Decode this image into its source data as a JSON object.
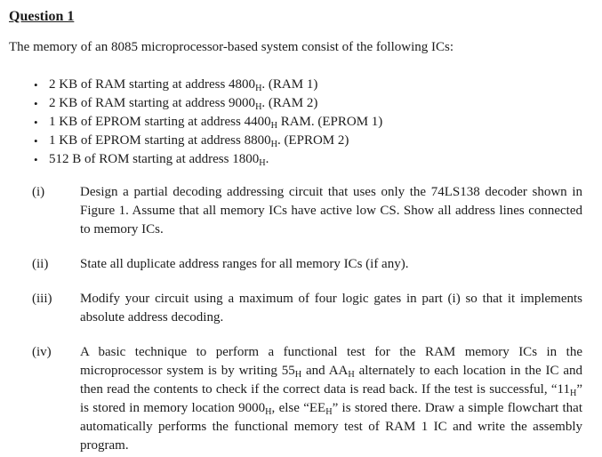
{
  "page": {
    "title": "Question 1",
    "intro": "The memory of an 8085 microprocessor-based system consist of the following ICs:",
    "bullet_char": "•",
    "colors": {
      "text": "#1c1c1c",
      "background": "#ffffff"
    },
    "bullets": [
      {
        "segments": [
          {
            "t": "2 KB of RAM starting at address 4800"
          },
          {
            "t": "H",
            "sub": true
          },
          {
            "t": ". (RAM 1)"
          }
        ]
      },
      {
        "segments": [
          {
            "t": "2 KB of RAM starting at address 9000"
          },
          {
            "t": "H",
            "sub": true
          },
          {
            "t": ". (RAM 2)"
          }
        ]
      },
      {
        "segments": [
          {
            "t": "1 KB of EPROM starting at address 4400"
          },
          {
            "t": "H",
            "sub": true
          },
          {
            "t": " RAM. (EPROM 1)"
          }
        ]
      },
      {
        "segments": [
          {
            "t": "1 KB of EPROM starting at address 8800"
          },
          {
            "t": "H",
            "sub": true
          },
          {
            "t": ". (EPROM 2)"
          }
        ]
      },
      {
        "segments": [
          {
            "t": "512 B of ROM starting at address 1800"
          },
          {
            "t": "H",
            "sub": true
          },
          {
            "t": "."
          }
        ]
      }
    ],
    "parts": [
      {
        "label": "(i)",
        "segments": [
          {
            "t": "Design a partial decoding addressing circuit that uses only the 74LS138 decoder shown in Figure 1. Assume that all memory ICs have active low CS. Show all address lines connected to memory ICs."
          }
        ]
      },
      {
        "label": "(ii)",
        "segments": [
          {
            "t": "State all duplicate address ranges for all memory ICs (if any)."
          }
        ]
      },
      {
        "label": "(iii)",
        "segments": [
          {
            "t": "Modify your circuit using a maximum of four logic gates in part (i) so that it implements absolute address decoding."
          }
        ]
      },
      {
        "label": "(iv)",
        "segments": [
          {
            "t": "A basic technique to perform a functional test for the RAM memory ICs in the microprocessor system is by writing 55"
          },
          {
            "t": "H",
            "sub": true
          },
          {
            "t": " and AA"
          },
          {
            "t": "H",
            "sub": true
          },
          {
            "t": " alternately to each location in the IC and then read the contents to check if the correct data is read back. If the test is successful, “11"
          },
          {
            "t": "H",
            "sub": true
          },
          {
            "t": "” is stored in memory location 9000"
          },
          {
            "t": "H",
            "sub": true
          },
          {
            "t": ", else “EE"
          },
          {
            "t": "H",
            "sub": true
          },
          {
            "t": "” is stored there. Draw a simple flowchart that automatically performs the functional memory test of RAM 1 IC and write the assembly program."
          }
        ]
      }
    ]
  }
}
